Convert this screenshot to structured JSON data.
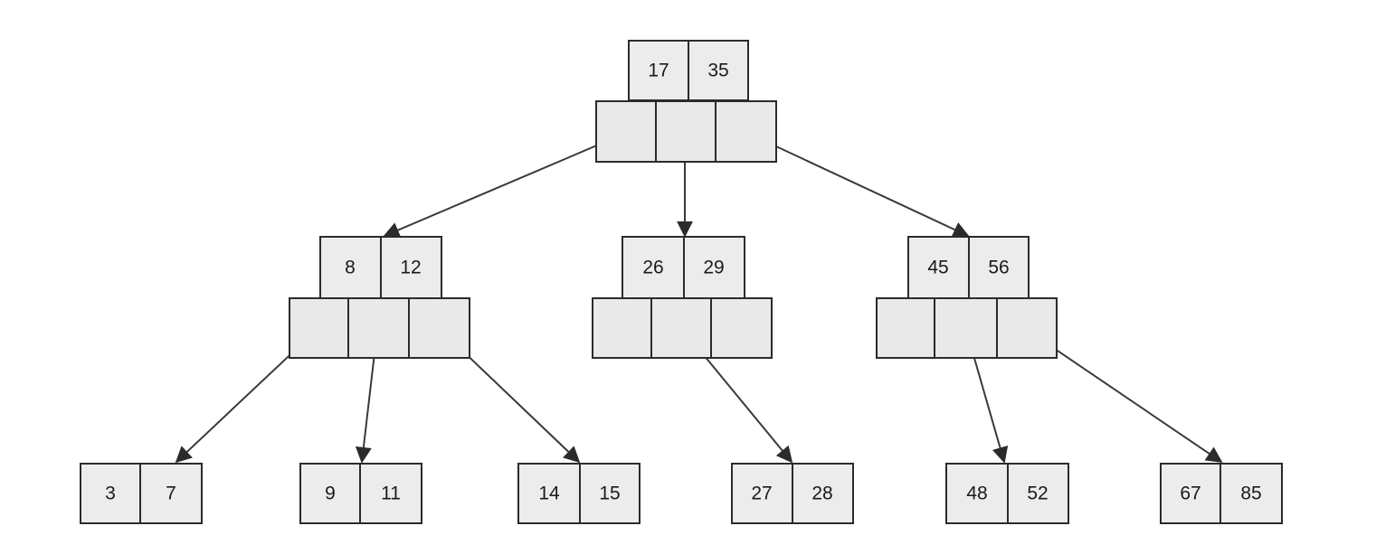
{
  "diagram": {
    "type": "b-tree",
    "root": {
      "keys": [
        "17",
        "35"
      ]
    },
    "internal": [
      {
        "keys": [
          "8",
          "12"
        ]
      },
      {
        "keys": [
          "26",
          "29"
        ]
      },
      {
        "keys": [
          "45",
          "56"
        ]
      }
    ],
    "leaves": [
      {
        "keys": [
          "3",
          "7"
        ]
      },
      {
        "keys": [
          "9",
          "11"
        ]
      },
      {
        "keys": [
          "14",
          "15"
        ]
      },
      {
        "keys": [
          "27",
          "28"
        ]
      },
      {
        "keys": [
          "48",
          "52"
        ]
      },
      {
        "keys": [
          "67",
          "85"
        ]
      }
    ],
    "colors": {
      "cell_fill": "#ececec",
      "border": "#2b2b2b",
      "edge": "#3a3a3a"
    }
  }
}
